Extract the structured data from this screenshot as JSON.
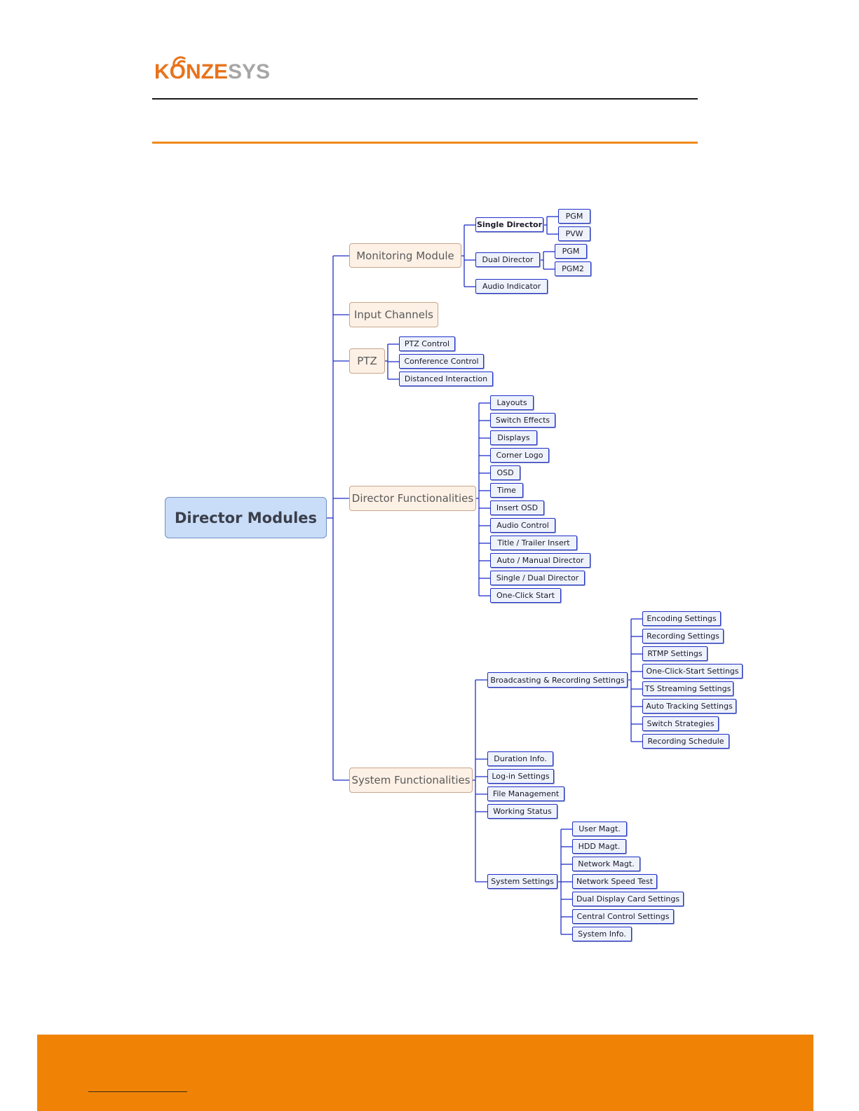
{
  "header": {
    "logo_k": "KONZE",
    "logo_s": "SYS"
  },
  "tree": {
    "root": "Director Modules",
    "monitoring": "Monitoring Module",
    "single_director": "Single Director",
    "sd_pgm": "PGM",
    "sd_pvw": "PVW",
    "dual_director": "Dual Director",
    "dd_pgm": "PGM",
    "dd_pgm2": "PGM2",
    "audio_indicator": "Audio Indicator",
    "input_channels": "Input Channels",
    "ptz": "PTZ",
    "ptz_control": "PTZ Control",
    "conference_control": "Conference Control",
    "distanced_interaction": "Distanced Interaction",
    "director_functionalities": "Director Functionalities",
    "df_items": [
      "Layouts",
      "Switch Effects",
      "Displays",
      "Corner Logo",
      "OSD",
      "Time",
      "Insert OSD",
      "Audio Control",
      "Title / Trailer Insert",
      "Auto / Manual Director",
      "Single / Dual Director",
      "One-Click Start"
    ],
    "system_functionalities": "System Functionalities",
    "broadcasting": "Broadcasting & Recording Settings",
    "br_items": [
      "Encoding Settings",
      "Recording Settings",
      "RTMP Settings",
      "One-Click-Start Settings",
      "TS Streaming Settings",
      "Auto Tracking Settings",
      "Switch Strategies",
      "Recording Schedule"
    ],
    "duration_info": "Duration Info.",
    "login_settings": "Log-in Settings",
    "file_management": "File Management",
    "working_status": "Working Status",
    "system_settings": "System Settings",
    "ss_items": [
      "User Magt.",
      "HDD Magt.",
      "Network Magt.",
      "Network Speed Test",
      "Dual Display Card Settings",
      "Central Control Settings",
      "System Info."
    ]
  },
  "colors": {
    "connector": "#1f2fc8",
    "brand_orange": "#e8731c",
    "footer_orange": "#f08306"
  }
}
